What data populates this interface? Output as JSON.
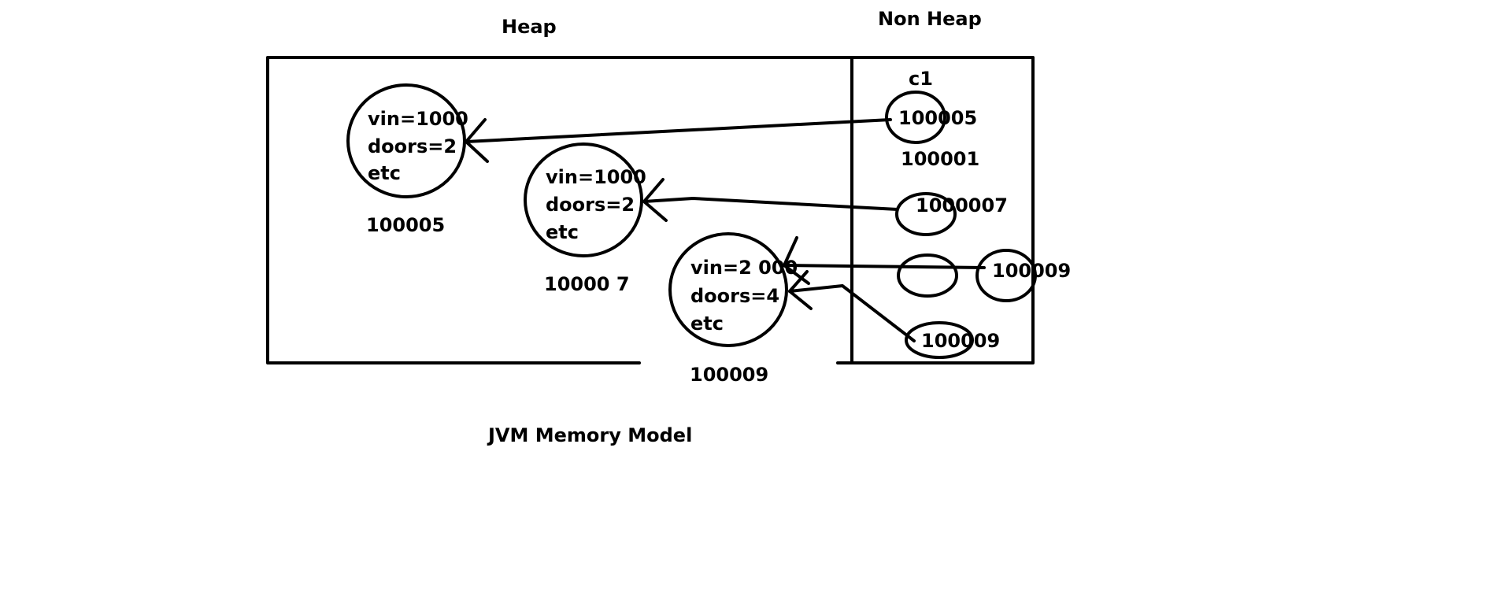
{
  "labels": {
    "heap": "Heap",
    "non_heap": "Non Heap",
    "caption": "JVM Memory Model"
  },
  "heap_objects": [
    {
      "lines": [
        "vin=1000",
        "doors=2",
        "etc"
      ],
      "address": "100005"
    },
    {
      "lines": [
        "vin=1000",
        "doors=2",
        "etc"
      ],
      "address": "10000 7"
    },
    {
      "lines": [
        "vin=2 000",
        "doors=4",
        "etc"
      ],
      "address": "100009"
    }
  ],
  "references": {
    "var_name": "c1",
    "ref_1": "100005",
    "ref_1_sub": "100001",
    "ref_2": "1000007",
    "ref_3": "100009",
    "ref_4": "100009"
  },
  "colors": {
    "ink": "#000000",
    "background": "#ffffff"
  }
}
